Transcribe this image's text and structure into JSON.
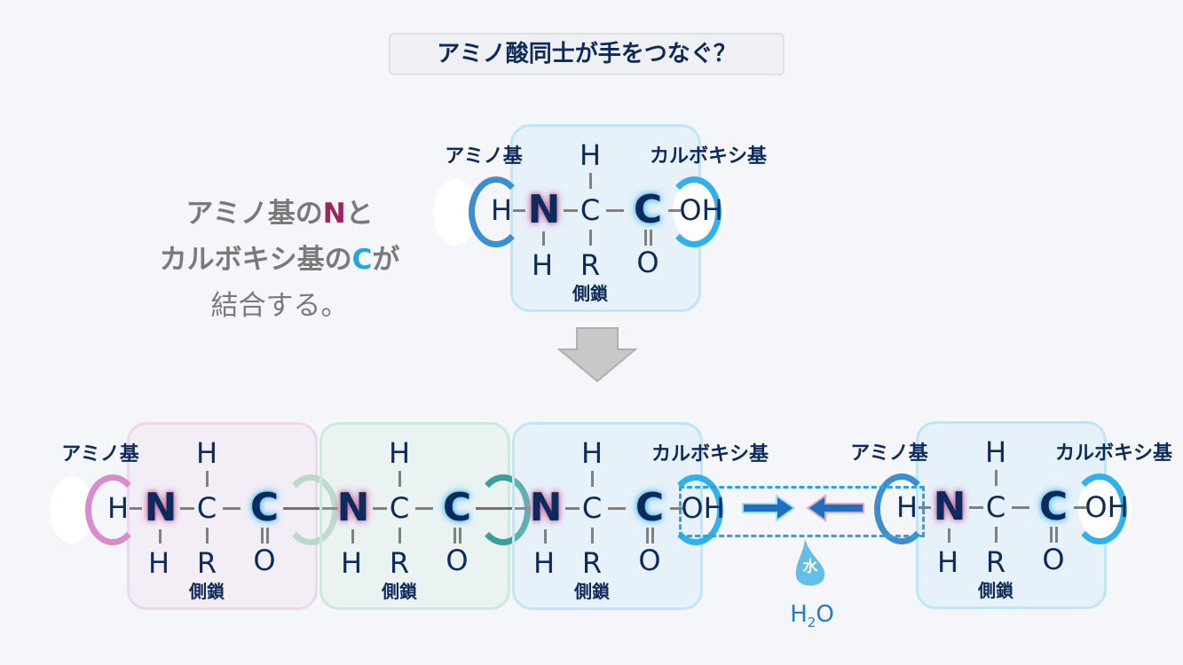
{
  "title": "アミノ酸同士が手をつなぐ？",
  "description": {
    "line1_a": "アミノ基の",
    "line1_n": "N",
    "line1_b": "と",
    "line2_a": "カルボキシ基の",
    "line2_c": "C",
    "line2_b": "が",
    "line3": "結合する。"
  },
  "labels": {
    "amino": "アミノ基",
    "carboxy": "カルボキシ基",
    "side_chain": "側鎖"
  },
  "atoms": {
    "H": "H",
    "N": "N",
    "C": "C",
    "O": "O",
    "R": "R",
    "OH": "OH"
  },
  "water": {
    "icon_label": "水",
    "formula_h": "H",
    "formula_2": "2",
    "formula_o": "O"
  },
  "colors": {
    "navy": "#0d2a5c",
    "pink": "#a3235f",
    "cyan": "#23a6e6",
    "box_blue": "#bfe6f8",
    "box_pink": "#f0d6ea",
    "box_green": "#cfe8dc"
  }
}
